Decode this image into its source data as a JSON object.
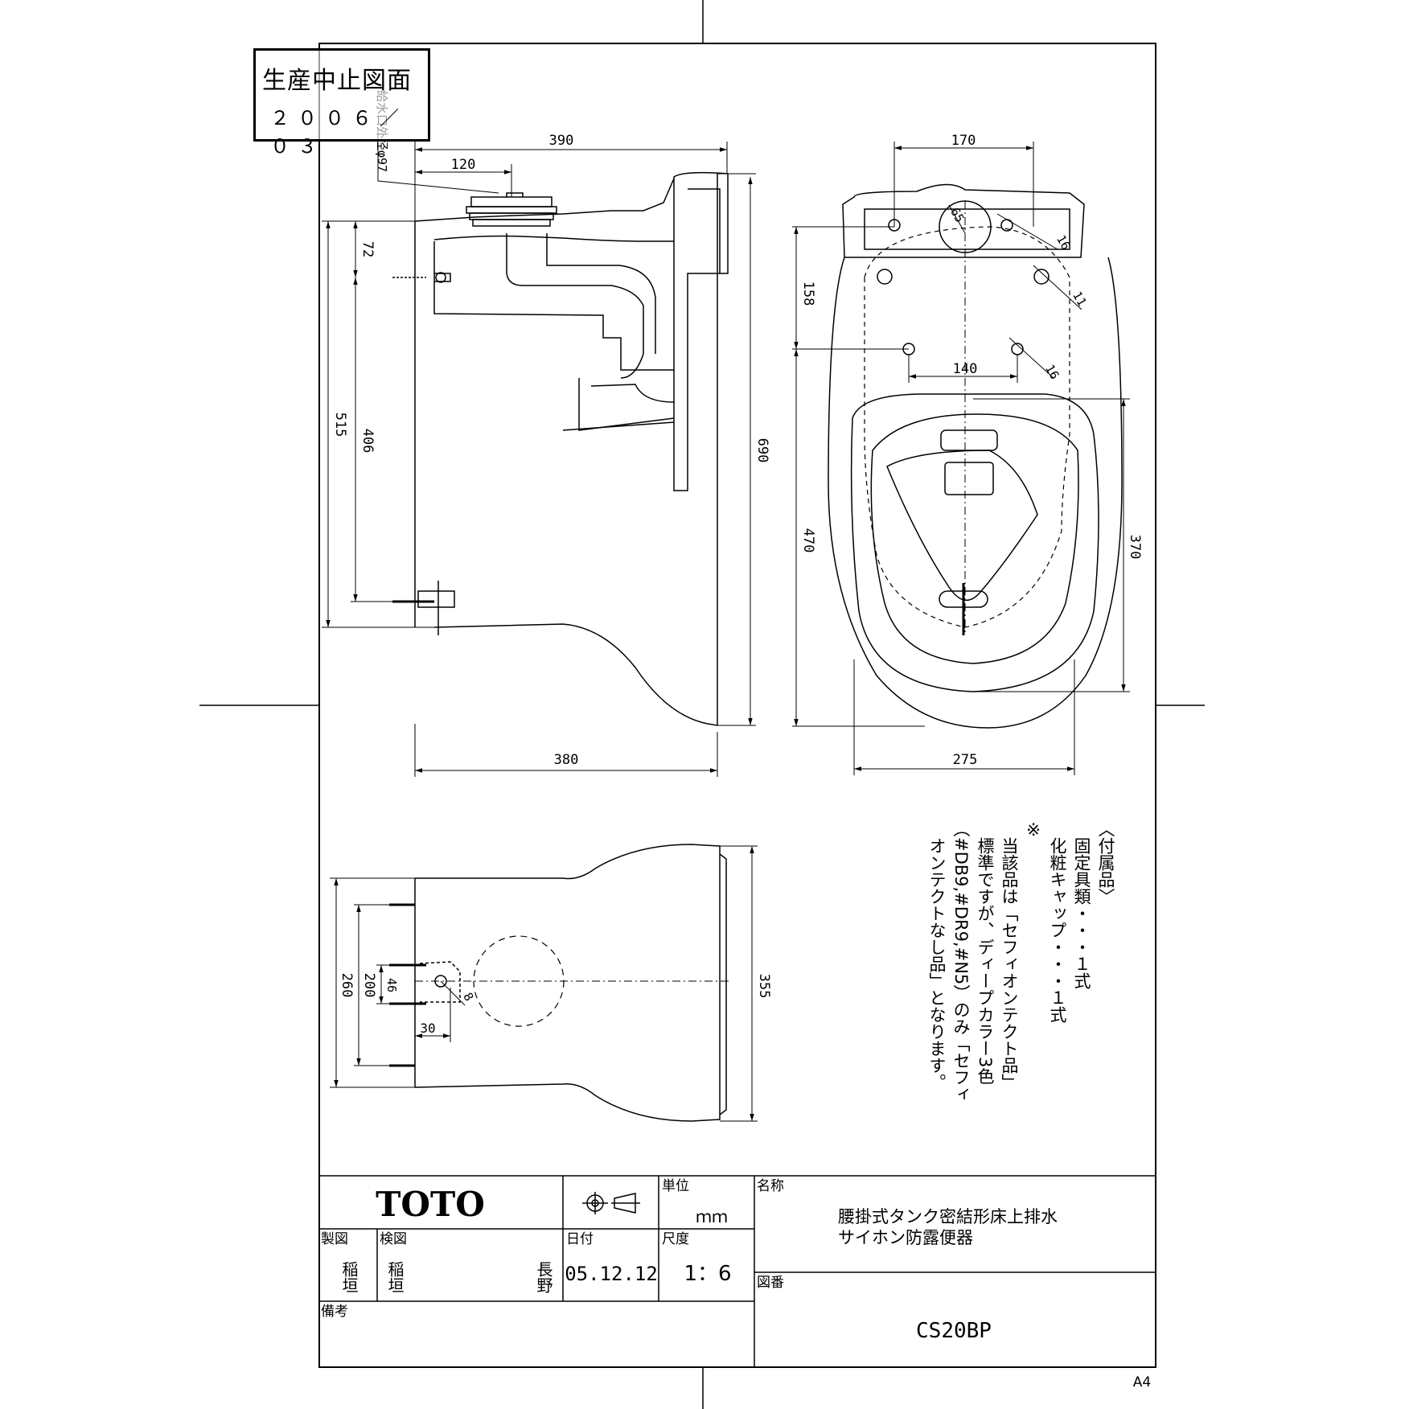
{
  "stamp": {
    "title": "生産中止図面",
    "date": "２００６／０３"
  },
  "dimensions": {
    "side": {
      "w390": "390",
      "w120": "120",
      "h72": "72",
      "h515": "515",
      "h406": "406",
      "h690": "690",
      "w380": "380",
      "pipe": "給水口外径φ97"
    },
    "top": {
      "w170": "170",
      "h158": "158",
      "d65": "65",
      "d16a": "16",
      "d11": "11",
      "w140": "140",
      "d16b": "16",
      "h470": "470",
      "h370": "370",
      "w275": "275"
    },
    "bottom": {
      "h260": "260",
      "h200": "200",
      "h46": "46",
      "w30": "30",
      "d8": "8",
      "h355": "355"
    }
  },
  "notes": {
    "lines": [
      "〈付属品〉",
      "　固定具類・・・１式",
      "　化粧キャップ・・・１式",
      "※",
      "　当該品は「セフィオンテクト品」",
      "　標準ですが、ディープカラー3色",
      "（#DB9,#DR9,#N5）のみ「セフィ",
      "　オンテクトなし品」となります。"
    ]
  },
  "title_block": {
    "logo": "TOTO",
    "unit_label": "単位",
    "unit_value": "ｍｍ",
    "name_label": "名称",
    "name_line1": "腰掛式タンク密結形床上排水",
    "name_line2": "サイホン防露便器",
    "drawn_label": "製図",
    "drawn_value": "稲垣",
    "checked_label": "検図",
    "checked_value": "稲垣",
    "approved_value": "長野",
    "date_label": "日付",
    "date_value": "05.12.12",
    "scale_label": "尺度",
    "scale_value": "1：6",
    "number_label": "図番",
    "number_value": "CS20BP",
    "remarks_label": "備考"
  },
  "paper_size": "A4"
}
